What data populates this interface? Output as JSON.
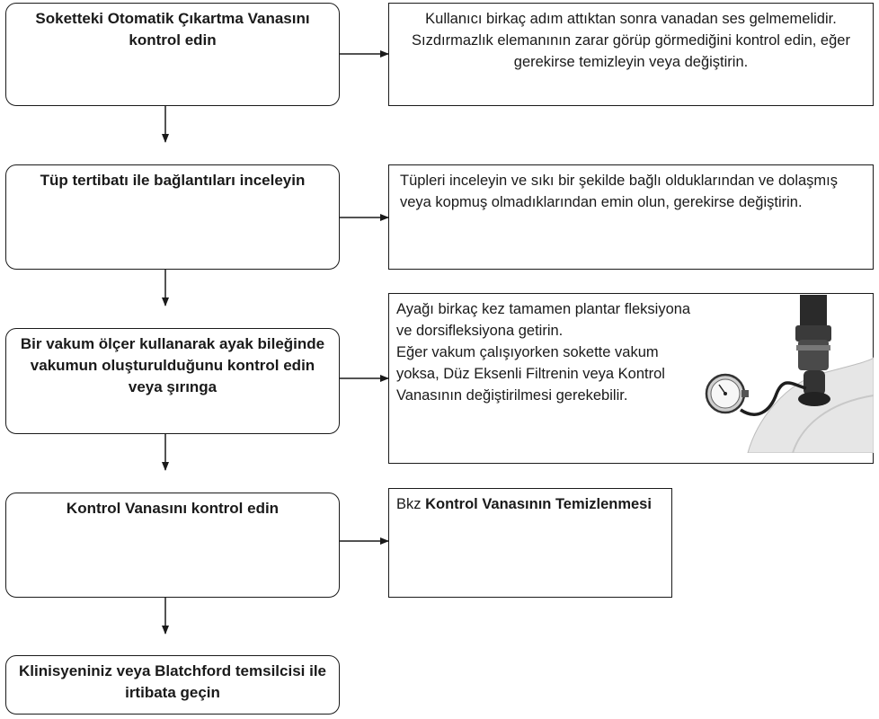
{
  "steps": [
    {
      "text": "Soketteki Otomatik Çıkartma Vanasını kontrol edin"
    },
    {
      "text": "Tüp tertibatı ile bağlantıları inceleyin"
    },
    {
      "text": "Bir vakum ölçer kullanarak ayak bileğinde vakumun oluşturulduğunu kontrol edin veya şırınga"
    },
    {
      "text": "Kontrol Vanasını kontrol edin"
    },
    {
      "text": "Klinisyeniniz veya Blatchford temsilcisi ile irtibata geçin"
    }
  ],
  "notes": [
    {
      "text": "Kullanıcı birkaç adım attıktan sonra vanadan ses gelmemelidir. Sızdırmazlık elemanının zarar görüp görmediğini kontrol edin, eğer gerekirse temizleyin veya değiştirin."
    },
    {
      "text": "Tüpleri inceleyin ve sıkı bir şekilde bağlı olduklarından ve dolaşmış veya kopmuş olmadıklarından emin olun, gerekirse değiştirin."
    },
    {
      "line1": "Ayağı birkaç kez tamamen plantar fleksiyona ve dorsifleksiyona getirin.",
      "line2": "Eğer vakum çalışıyorken sokette vakum yoksa, Düz Eksenli Filtrenin veya Kontrol Vanasının değiştirilmesi gerekebilir."
    },
    {
      "prefix": "Bkz ",
      "bold": "Kontrol Vanasının Temizlenmesi"
    }
  ]
}
